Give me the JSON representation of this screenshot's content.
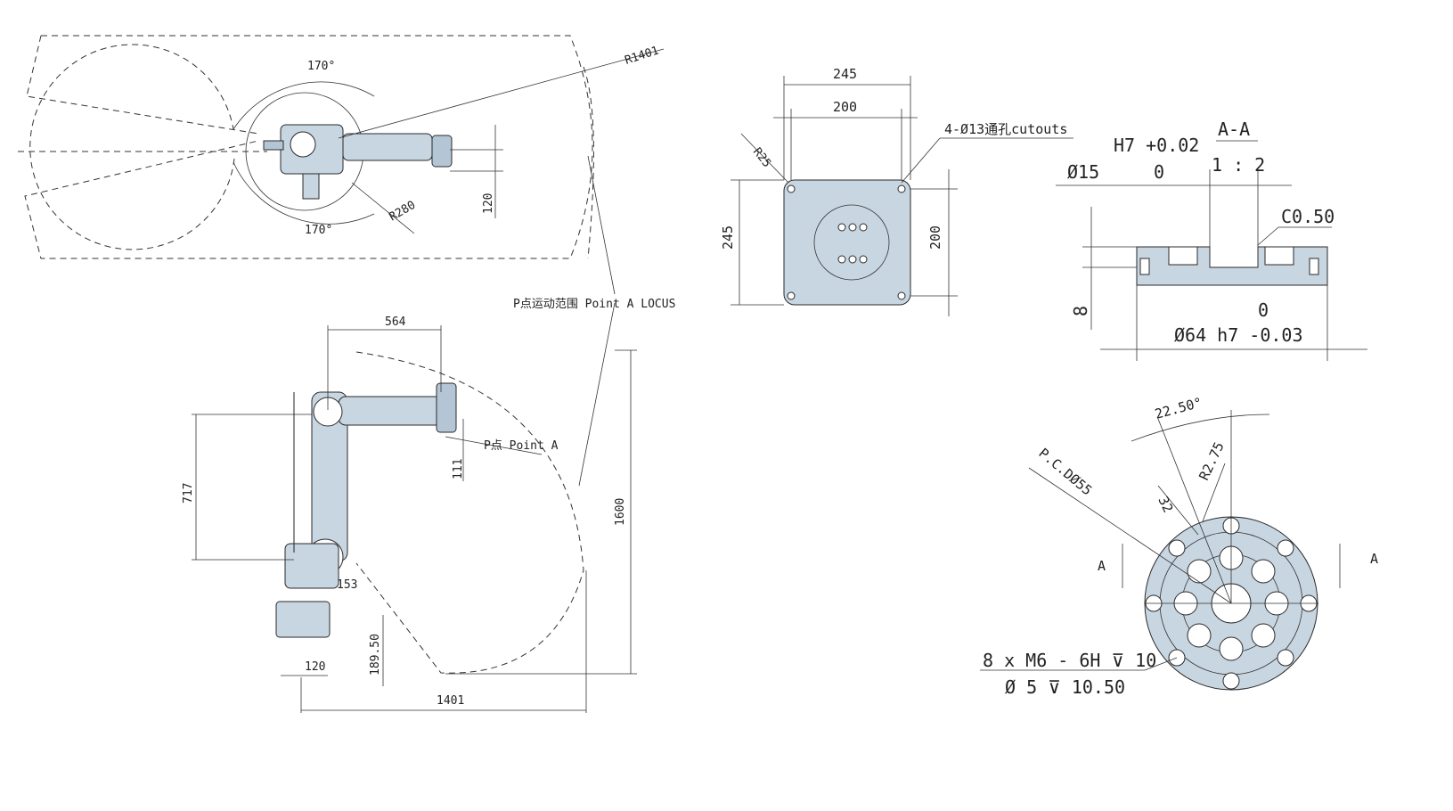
{
  "top_view": {
    "angle_upper": "170°",
    "angle_lower": "170°",
    "radius_reach": "R1401",
    "radius_inner": "R280",
    "dim_offset": "120"
  },
  "locus_label": "P点运动范围 Point A LOCUS",
  "side_view": {
    "dim_arm": "564",
    "dim_upper": "717",
    "dim_height": "1600",
    "dim_wrist": "111",
    "point_label": "P点 Point A",
    "dim_153": "153",
    "dim_base_height": "189.50",
    "dim_base_width": "120",
    "dim_reach": "1401"
  },
  "base_plate": {
    "width_outer": "245",
    "width_holes": "200",
    "corner_radius": "R25",
    "holes_note": "4-Ø13通孔cutouts",
    "height_outer": "245",
    "height_holes": "200"
  },
  "flange_section": {
    "tolerance_h7": "H7 +0.02",
    "section_title": "A-A",
    "scale": "1 : 2",
    "bore_dia": "Ø15",
    "bore_zero": "0",
    "chamfer": "C0.50",
    "thickness": "8",
    "outer_zero": "0",
    "outer_dia": "Ø64 h7 -0.03"
  },
  "flange_front": {
    "angle": "22.50°",
    "radius": "R2.75",
    "pcd": "P.C.DØ55",
    "dim_32": "32",
    "section_mark_left": "A",
    "section_mark_right": "A",
    "thread_note": "8 x  M6 - 6H ⊽ 10",
    "drill_note": "Ø 5 ⊽ 10.50"
  }
}
